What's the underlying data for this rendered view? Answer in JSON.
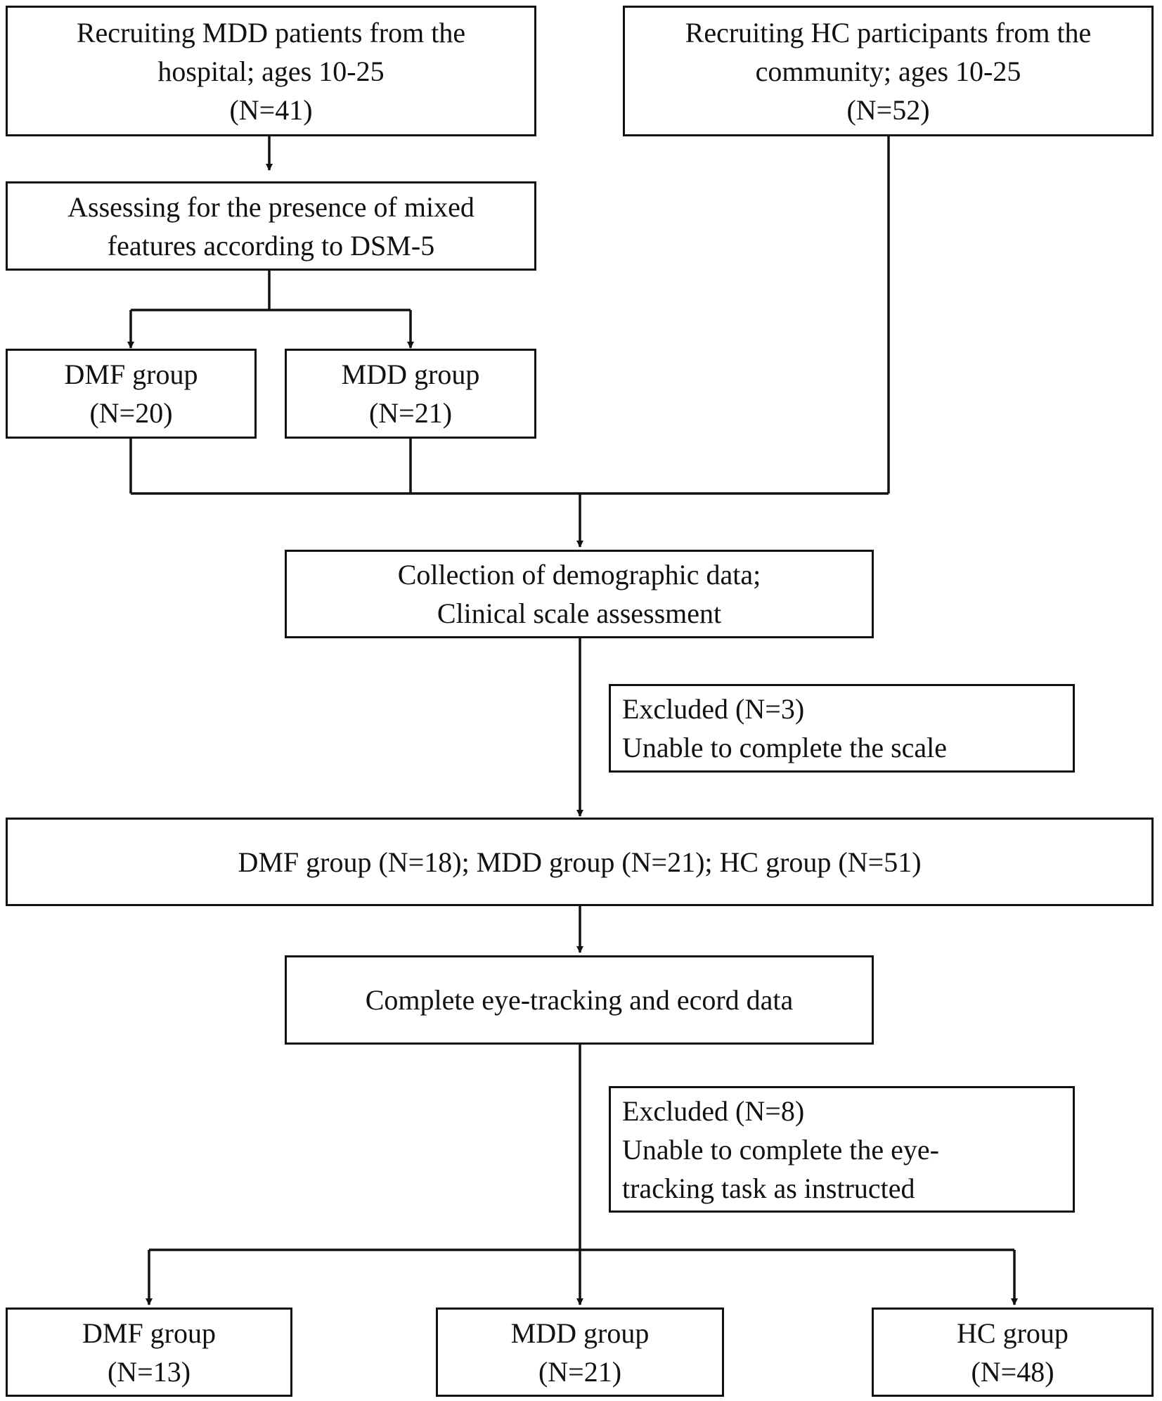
{
  "colors": {
    "stroke": "#111111",
    "background": "#ffffff"
  },
  "boxes": {
    "recruit_mdd": {
      "lines": [
        "Recruiting MDD patients from the",
        "hospital; ages 10-25",
        "(N=41)"
      ]
    },
    "recruit_hc": {
      "lines": [
        "Recruiting HC participants from the",
        "community; ages 10-25",
        "(N=52)"
      ]
    },
    "assess": {
      "lines": [
        "Assessing for the presence of mixed",
        "features according to DSM-5"
      ]
    },
    "dmf_group_1": {
      "lines": [
        "DMF group",
        "(N=20)"
      ]
    },
    "mdd_group_1": {
      "lines": [
        "MDD group",
        "(N=21)"
      ]
    },
    "collection": {
      "lines": [
        "Collection of demographic data;",
        "Clinical scale assessment"
      ]
    },
    "excluded_1": {
      "lines": [
        "Excluded (N=3)",
        "Unable to complete the scale"
      ]
    },
    "groups_summary": {
      "lines": [
        "DMF group (N=18); MDD group (N=21); HC group (N=51)"
      ]
    },
    "eye_tracking": {
      "lines": [
        "Complete eye-tracking and ecord data"
      ]
    },
    "excluded_2": {
      "lines": [
        "Excluded (N=8)",
        "Unable to complete the eye-",
        "tracking task as instructed"
      ]
    },
    "dmf_group_final": {
      "lines": [
        "DMF group",
        "(N=13)"
      ]
    },
    "mdd_group_final": {
      "lines": [
        "MDD group",
        "(N=21)"
      ]
    },
    "hc_group_final": {
      "lines": [
        "HC group",
        "(N=48)"
      ]
    }
  }
}
